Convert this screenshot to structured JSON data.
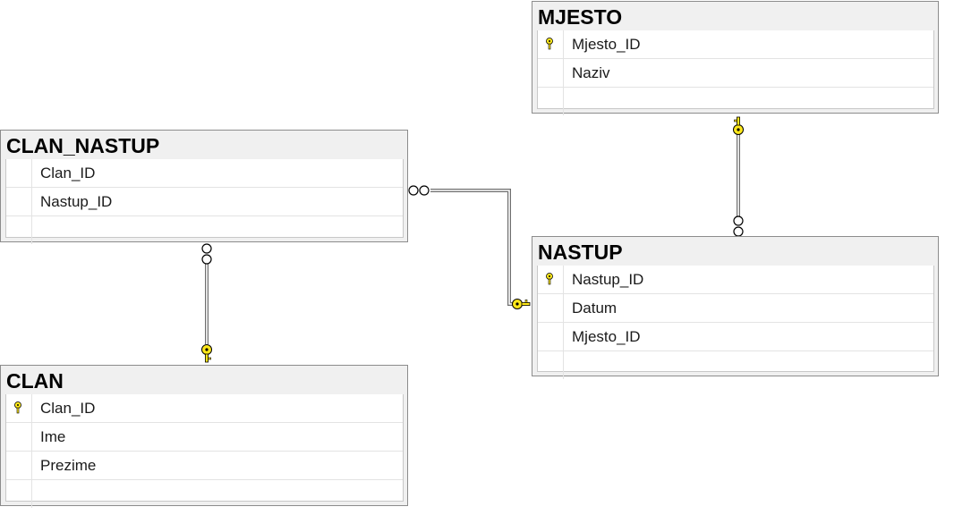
{
  "tables": {
    "mjesto": {
      "title": "MJESTO",
      "columns": [
        {
          "name": "Mjesto_ID",
          "key": true
        },
        {
          "name": "Naziv",
          "key": false
        }
      ]
    },
    "clan_nastup": {
      "title": "CLAN_NASTUP",
      "columns": [
        {
          "name": "Clan_ID",
          "key": false
        },
        {
          "name": "Nastup_ID",
          "key": false
        }
      ]
    },
    "nastup": {
      "title": "NASTUP",
      "columns": [
        {
          "name": "Nastup_ID",
          "key": true
        },
        {
          "name": "Datum",
          "key": false
        },
        {
          "name": "Mjesto_ID",
          "key": false
        }
      ]
    },
    "clan": {
      "title": "CLAN",
      "columns": [
        {
          "name": "Clan_ID",
          "key": true
        },
        {
          "name": "Ime",
          "key": false
        },
        {
          "name": "Prezime",
          "key": false
        }
      ]
    }
  },
  "relationships": [
    {
      "from": "clan_nastup",
      "to": "nastup",
      "many_end": "clan_nastup",
      "one_end": "nastup"
    },
    {
      "from": "clan_nastup",
      "to": "clan",
      "many_end": "clan_nastup",
      "one_end": "clan"
    },
    {
      "from": "nastup",
      "to": "mjesto",
      "many_end": "nastup",
      "one_end": "mjesto"
    }
  ],
  "colors": {
    "key_fill": "#ffe81a",
    "key_stroke": "#000000",
    "line": "#6e6e6e",
    "header_bg": "#f0f0f0"
  }
}
